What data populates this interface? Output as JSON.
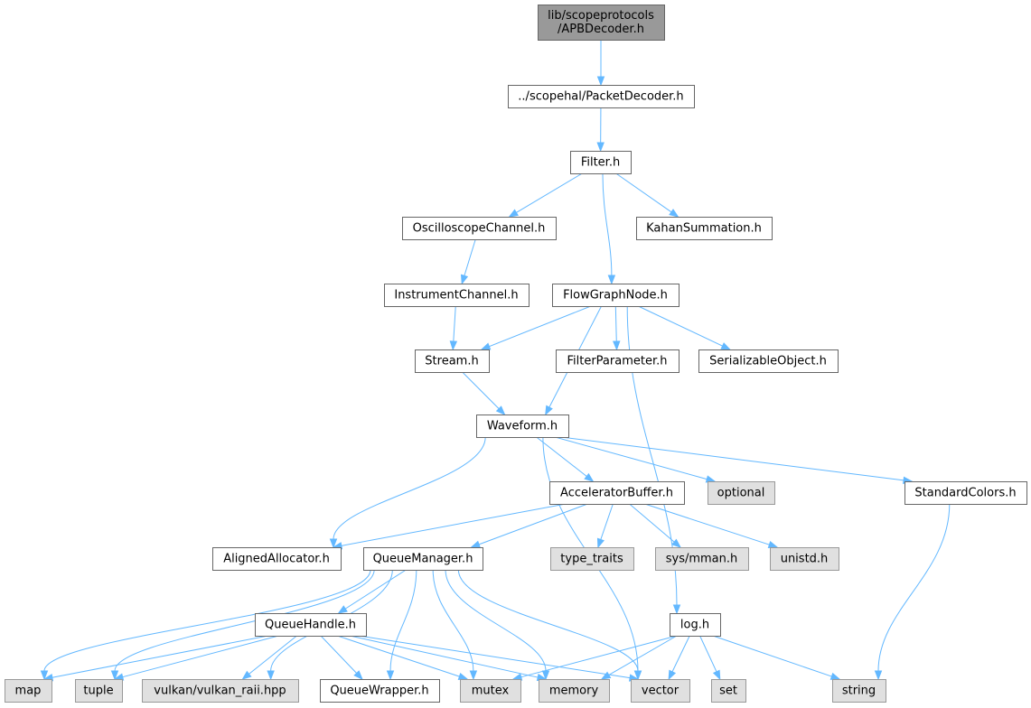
{
  "colors": {
    "root_fill": "#999999",
    "root_border": "#666666",
    "node_fill": "#ffffff",
    "node_border": "#666666",
    "external_fill": "#e0e0e0",
    "external_border": "#999999",
    "edge": "#63b8ff"
  },
  "nodes": [
    {
      "id": "apb",
      "lines": [
        "lib/scopeprotocols",
        "/APBDecoder.h"
      ],
      "kind": "root"
    },
    {
      "id": "packet",
      "lines": [
        "../scopehal/PacketDecoder.h"
      ],
      "kind": "local"
    },
    {
      "id": "filter",
      "lines": [
        "Filter.h"
      ],
      "kind": "local"
    },
    {
      "id": "osc",
      "lines": [
        "OscilloscopeChannel.h"
      ],
      "kind": "local"
    },
    {
      "id": "kahan",
      "lines": [
        "KahanSummation.h"
      ],
      "kind": "local"
    },
    {
      "id": "instr",
      "lines": [
        "InstrumentChannel.h"
      ],
      "kind": "local"
    },
    {
      "id": "flow",
      "lines": [
        "FlowGraphNode.h"
      ],
      "kind": "local"
    },
    {
      "id": "stream",
      "lines": [
        "Stream.h"
      ],
      "kind": "local"
    },
    {
      "id": "fparam",
      "lines": [
        "FilterParameter.h"
      ],
      "kind": "local"
    },
    {
      "id": "serial",
      "lines": [
        "SerializableObject.h"
      ],
      "kind": "local"
    },
    {
      "id": "wave",
      "lines": [
        "Waveform.h"
      ],
      "kind": "local"
    },
    {
      "id": "accel",
      "lines": [
        "AcceleratorBuffer.h"
      ],
      "kind": "local"
    },
    {
      "id": "optional",
      "lines": [
        "optional"
      ],
      "kind": "external"
    },
    {
      "id": "stdcol",
      "lines": [
        "StandardColors.h"
      ],
      "kind": "local"
    },
    {
      "id": "aligned",
      "lines": [
        "AlignedAllocator.h"
      ],
      "kind": "local"
    },
    {
      "id": "qmgr",
      "lines": [
        "QueueManager.h"
      ],
      "kind": "local"
    },
    {
      "id": "typetraits",
      "lines": [
        "type_traits"
      ],
      "kind": "external"
    },
    {
      "id": "sysmman",
      "lines": [
        "sys/mman.h"
      ],
      "kind": "external"
    },
    {
      "id": "unistd",
      "lines": [
        "unistd.h"
      ],
      "kind": "external"
    },
    {
      "id": "qhandle",
      "lines": [
        "QueueHandle.h"
      ],
      "kind": "local"
    },
    {
      "id": "log",
      "lines": [
        "log.h"
      ],
      "kind": "local"
    },
    {
      "id": "map",
      "lines": [
        "map"
      ],
      "kind": "external"
    },
    {
      "id": "tuple",
      "lines": [
        "tuple"
      ],
      "kind": "external"
    },
    {
      "id": "vkraii",
      "lines": [
        "vulkan/vulkan_raii.hpp"
      ],
      "kind": "external"
    },
    {
      "id": "qwrap",
      "lines": [
        "QueueWrapper.h"
      ],
      "kind": "local"
    },
    {
      "id": "mutex",
      "lines": [
        "mutex"
      ],
      "kind": "external"
    },
    {
      "id": "memory",
      "lines": [
        "memory"
      ],
      "kind": "external"
    },
    {
      "id": "vector",
      "lines": [
        "vector"
      ],
      "kind": "external"
    },
    {
      "id": "set",
      "lines": [
        "set"
      ],
      "kind": "external"
    },
    {
      "id": "string",
      "lines": [
        "string"
      ],
      "kind": "external"
    }
  ],
  "edges": [
    [
      "apb",
      "packet"
    ],
    [
      "packet",
      "filter"
    ],
    [
      "filter",
      "osc"
    ],
    [
      "filter",
      "flow"
    ],
    [
      "filter",
      "kahan"
    ],
    [
      "osc",
      "instr"
    ],
    [
      "instr",
      "stream"
    ],
    [
      "flow",
      "stream"
    ],
    [
      "flow",
      "wave"
    ],
    [
      "flow",
      "fparam"
    ],
    [
      "flow",
      "serial"
    ],
    [
      "flow",
      "log"
    ],
    [
      "stream",
      "wave"
    ],
    [
      "wave",
      "aligned"
    ],
    [
      "wave",
      "accel"
    ],
    [
      "wave",
      "optional"
    ],
    [
      "wave",
      "stdcol"
    ],
    [
      "wave",
      "vector"
    ],
    [
      "accel",
      "aligned"
    ],
    [
      "accel",
      "qmgr"
    ],
    [
      "accel",
      "typetraits"
    ],
    [
      "accel",
      "sysmman"
    ],
    [
      "accel",
      "unistd"
    ],
    [
      "stdcol",
      "string"
    ],
    [
      "qmgr",
      "map"
    ],
    [
      "qmgr",
      "tuple"
    ],
    [
      "qmgr",
      "vkraii"
    ],
    [
      "qmgr",
      "qhandle"
    ],
    [
      "qmgr",
      "qwrap"
    ],
    [
      "qmgr",
      "mutex"
    ],
    [
      "qmgr",
      "memory"
    ],
    [
      "qmgr",
      "vector"
    ],
    [
      "qhandle",
      "map"
    ],
    [
      "qhandle",
      "tuple"
    ],
    [
      "qhandle",
      "vkraii"
    ],
    [
      "qhandle",
      "qwrap"
    ],
    [
      "qhandle",
      "mutex"
    ],
    [
      "qhandle",
      "memory"
    ],
    [
      "qhandle",
      "vector"
    ],
    [
      "log",
      "mutex"
    ],
    [
      "log",
      "memory"
    ],
    [
      "log",
      "vector"
    ],
    [
      "log",
      "set"
    ],
    [
      "log",
      "string"
    ]
  ]
}
